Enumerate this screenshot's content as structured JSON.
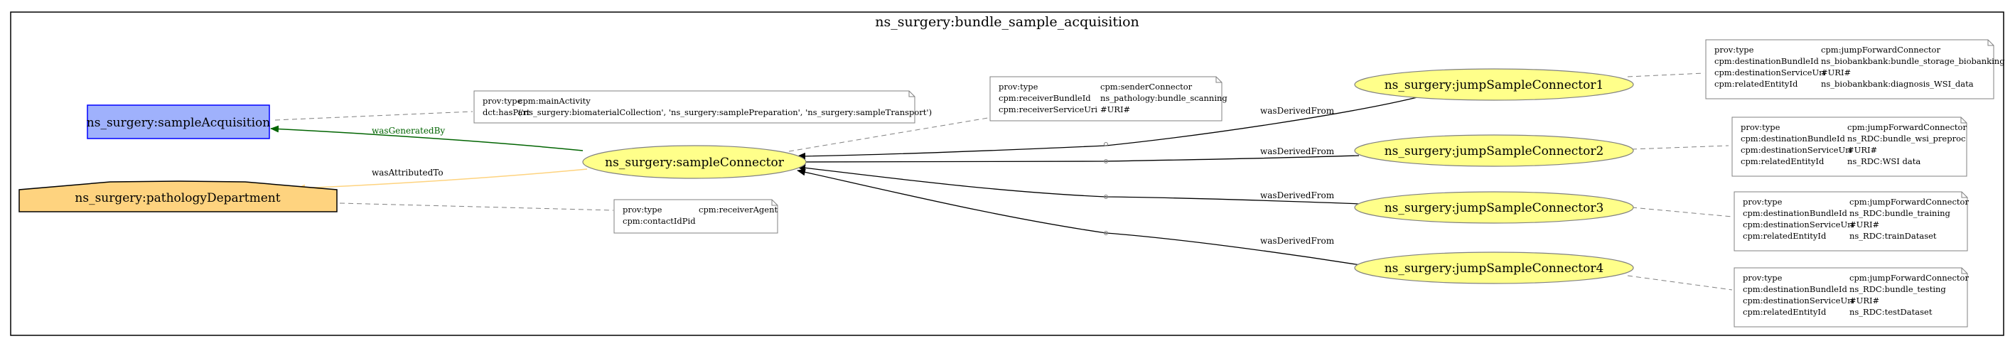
{
  "diagram_title": "ns_surgery:bundle_sample_acquisition",
  "nodes": {
    "sample_acquisition": "ns_surgery:sampleAcquisition",
    "pathology_department": "ns_surgery:pathologyDepartment",
    "sample_connector": "ns_surgery:sampleConnector",
    "jump1": "ns_surgery:jumpSampleConnector1",
    "jump2": "ns_surgery:jumpSampleConnector2",
    "jump3": "ns_surgery:jumpSampleConnector3",
    "jump4": "ns_surgery:jumpSampleConnector4"
  },
  "edges": {
    "was_generated_by": "wasGeneratedBy",
    "was_attributed_to": "wasAttributedTo",
    "was_derived_from": "wasDerivedFrom"
  },
  "notes": {
    "main_activity": [
      [
        "prov:type",
        "cpm:mainActivity"
      ],
      [
        "dct:hasPart",
        "('ns_surgery:biomaterialCollection', 'ns_surgery:samplePreparation', 'ns_surgery:sampleTransport')"
      ]
    ],
    "receiver_agent": [
      [
        "prov:type",
        "cpm:receiverAgent"
      ],
      [
        "cpm:contactIdPid",
        ""
      ]
    ],
    "sender_connector": [
      [
        "prov:type",
        "cpm:senderConnector"
      ],
      [
        "cpm:receiverBundleId",
        "ns_pathology:bundle_scanning"
      ],
      [
        "cpm:receiverServiceUri",
        "#URI#"
      ]
    ],
    "jump1": [
      [
        "prov:type",
        "cpm:jumpForwardConnector"
      ],
      [
        "cpm:destinationBundleId",
        "ns_biobankbank:bundle_storage_biobanking"
      ],
      [
        "cpm:destinationServiceUri",
        "#URI#"
      ],
      [
        "cpm:relatedEntityId",
        "ns_biobankbank:diagnosis_WSI_data"
      ]
    ],
    "jump2": [
      [
        "prov:type",
        "cpm:jumpForwardConnector"
      ],
      [
        "cpm:destinationBundleId",
        "ns_RDC:bundle_wsi_preproc"
      ],
      [
        "cpm:destinationServiceUri",
        "#URI#"
      ],
      [
        "cpm:relatedEntityId",
        "ns_RDC:WSI data"
      ]
    ],
    "jump3": [
      [
        "prov:type",
        "cpm:jumpForwardConnector"
      ],
      [
        "cpm:destinationBundleId",
        "ns_RDC:bundle_training"
      ],
      [
        "cpm:destinationServiceUri",
        "#URI#"
      ],
      [
        "cpm:relatedEntityId",
        "ns_RDC:trainDataset"
      ]
    ],
    "jump4": [
      [
        "prov:type",
        "cpm:jumpForwardConnector"
      ],
      [
        "cpm:destinationBundleId",
        "ns_RDC:bundle_testing"
      ],
      [
        "cpm:destinationServiceUri",
        "#URI#"
      ],
      [
        "cpm:relatedEntityId",
        "ns_RDC:testDataset"
      ]
    ]
  },
  "colors": {
    "activity_fill": "#9fb1fc",
    "activity_stroke": "#0000ff",
    "agent_fill": "#fed37f",
    "entity_fill": "#ffff8a",
    "generated_edge": "#006400",
    "attributed_edge": "#fed37f",
    "note_stroke": "#808080"
  }
}
